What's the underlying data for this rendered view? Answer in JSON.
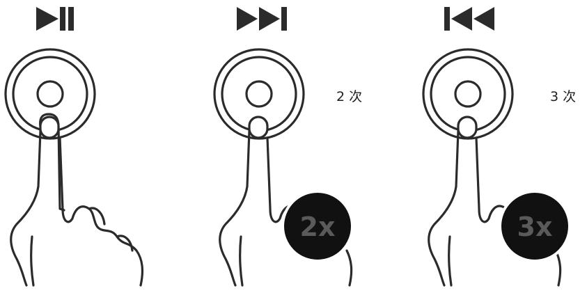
{
  "panels": [
    {
      "icon": "play-pause-icon",
      "count_label": null,
      "badge": null
    },
    {
      "icon": "next-track-icon",
      "count_label": "2 次",
      "badge": "2x"
    },
    {
      "icon": "previous-track-icon",
      "count_label": "3 次",
      "badge": "3x"
    }
  ],
  "colors": {
    "line": "#2b2b2b",
    "badge_fill": "#111111",
    "badge_text": "#5a5a5a",
    "background": "#ffffff"
  }
}
